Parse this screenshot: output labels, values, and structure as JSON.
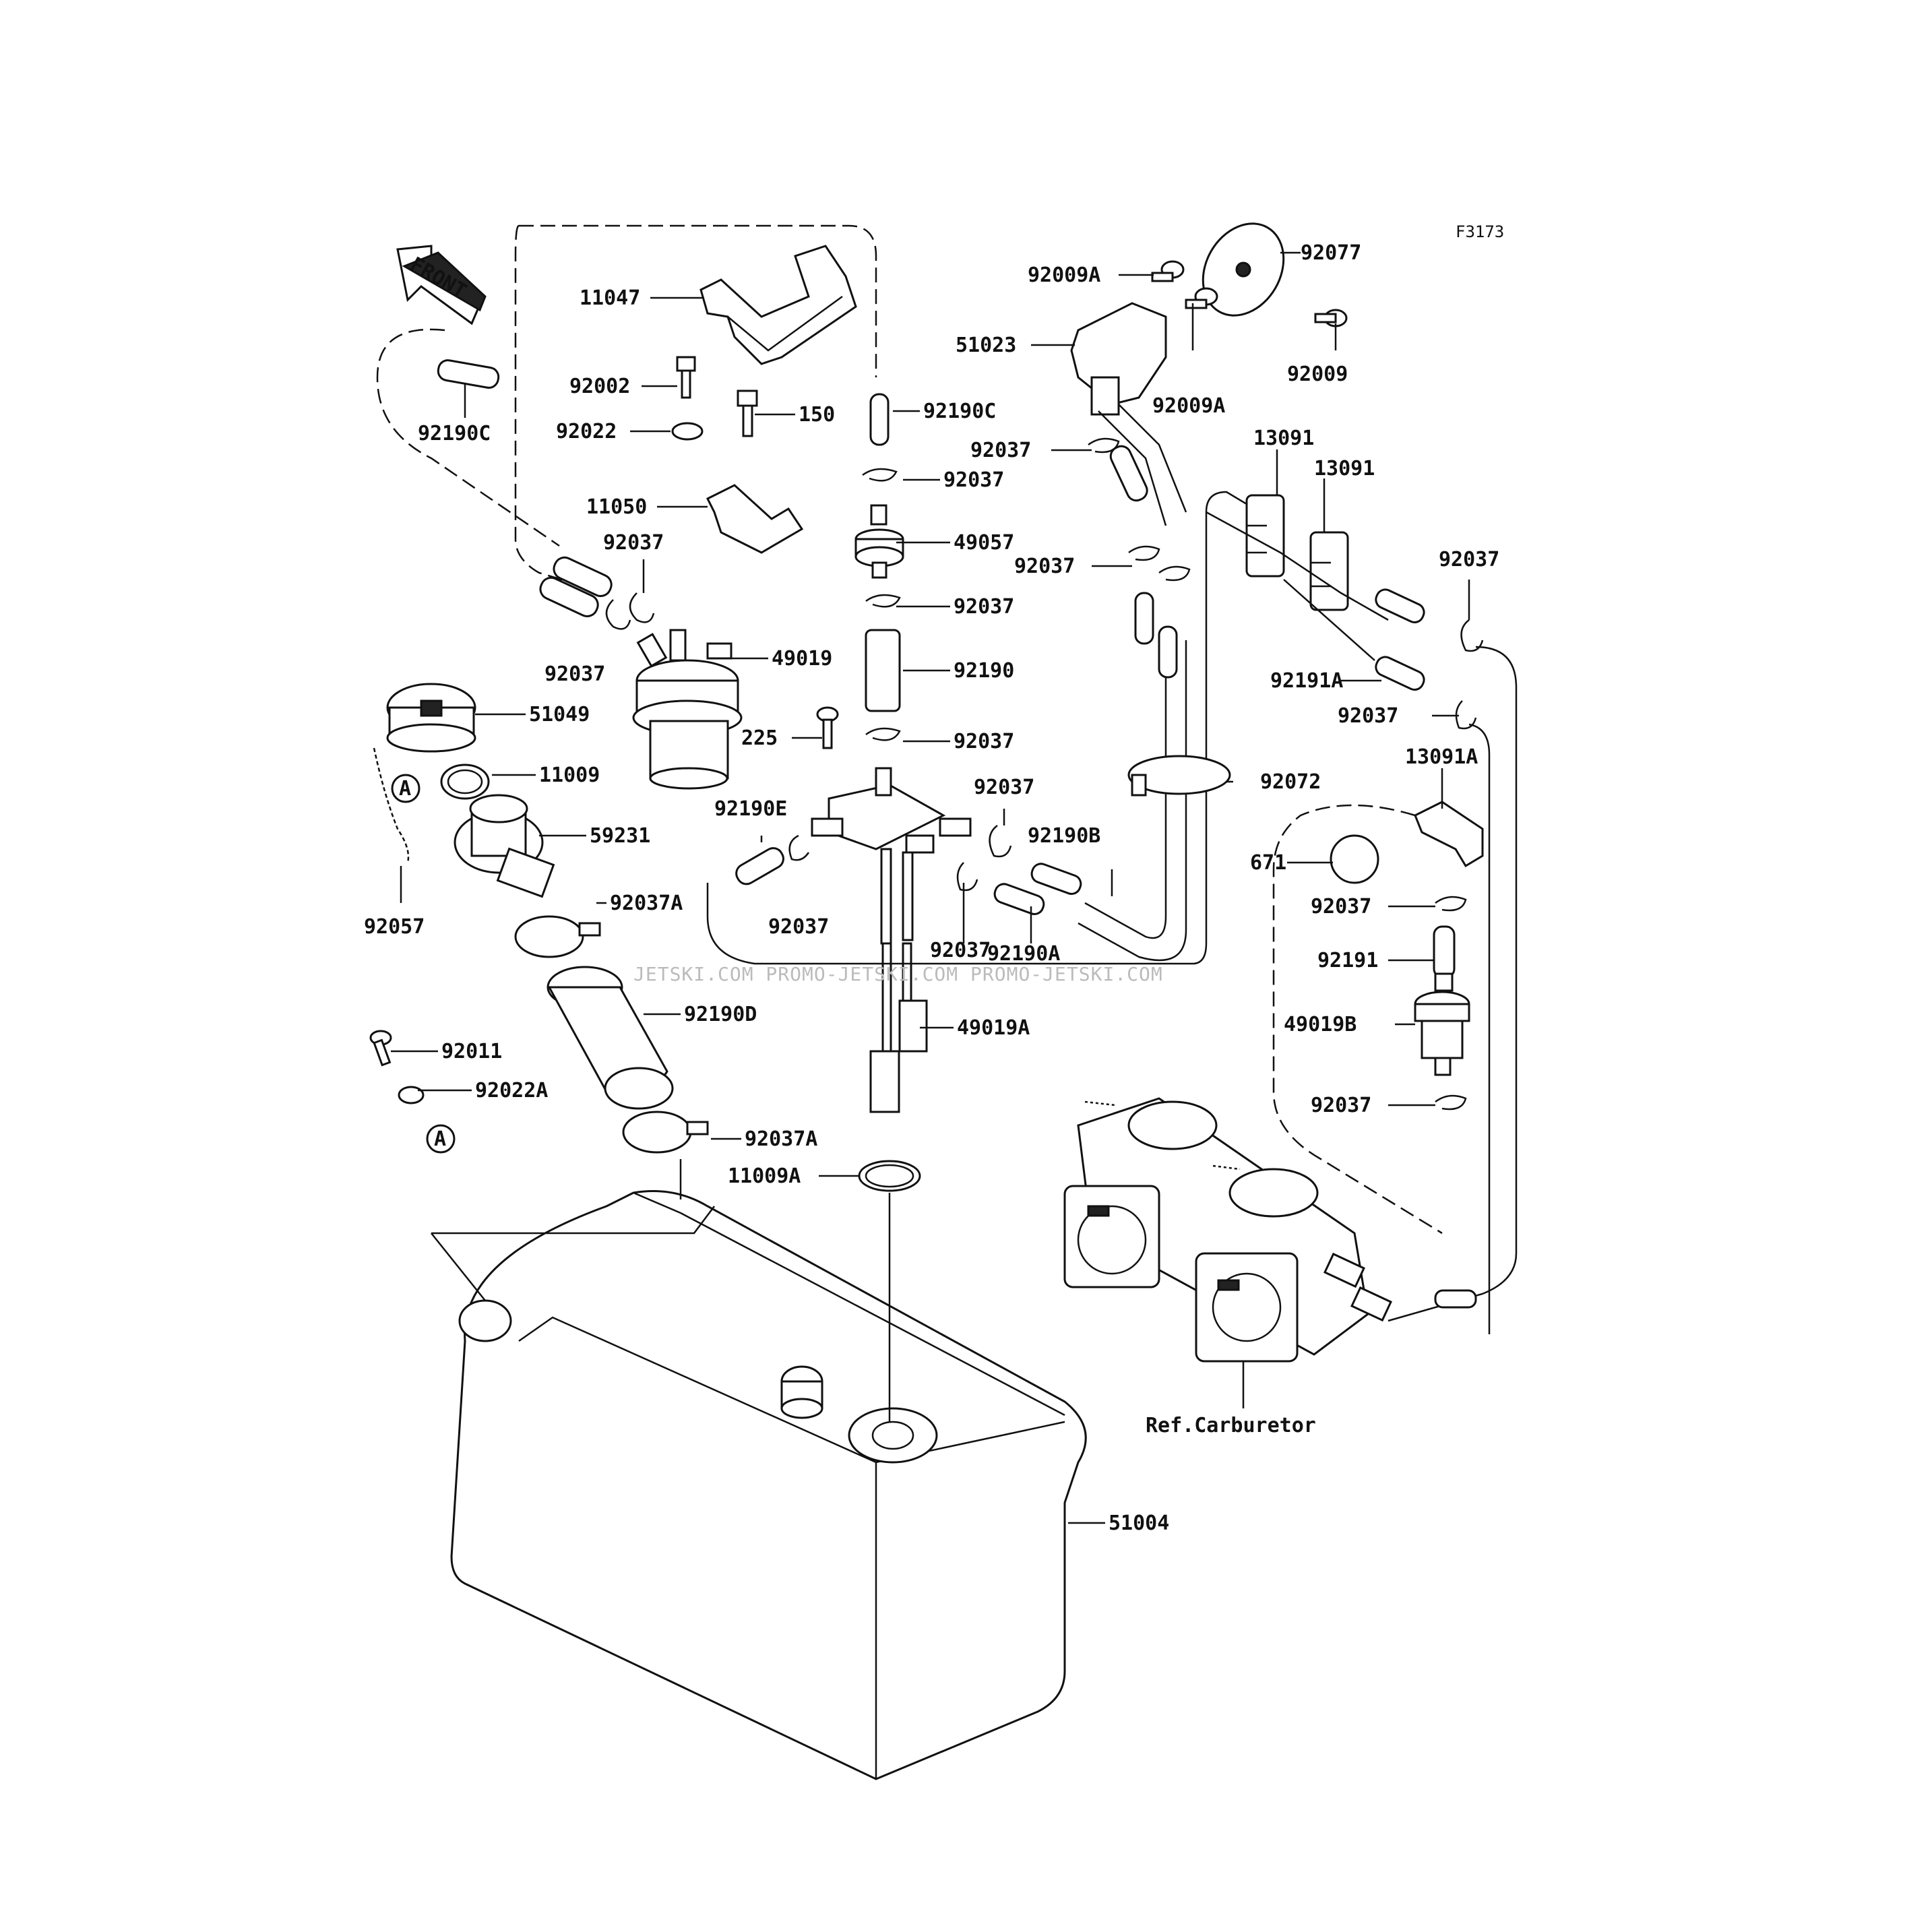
{
  "figure_code": "F3173",
  "direction_label": "FRONT",
  "reference_label": "Ref.Carburetor",
  "watermark": "JETSKI.COM   PROMO-JETSKI.COM   PROMO-JETSKI.COM",
  "callout_A": "A",
  "callouts": {
    "p11047": "11047",
    "p92002": "92002",
    "p150": "150",
    "p92022": "92022",
    "p92190c_top": "92190C",
    "p92190c_left": "92190C",
    "p11050": "11050",
    "p92037_a": "92037",
    "p92037_b": "92037",
    "p92037_c": "92037",
    "p92037_d": "92037",
    "p92037_e": "92037",
    "p92037_f": "92037",
    "p92037_g": "92037",
    "p92037_h": "92037",
    "p92037_i": "92037",
    "p92037_j": "92037",
    "p92037_k": "92037",
    "p92037_l": "92037",
    "p92037_m": "92037",
    "p92037_n": "92037",
    "p49057": "49057",
    "p49019": "49019",
    "p92190": "92190",
    "p225": "225",
    "p51049": "51049",
    "p11009": "11009",
    "p59231": "59231",
    "p92057": "92057",
    "p92190e": "92190E",
    "p92037a_top": "92037A",
    "p92037a_bottom": "92037A",
    "p92190d": "92190D",
    "p49019a": "49019A",
    "p92190b": "92190B",
    "p92190a": "92190A",
    "p92011": "92011",
    "p92022a": "92022A",
    "p11009a": "11009A",
    "p51004": "51004",
    "p92009a_top": "92009A",
    "p92009a_mid": "92009A",
    "p92077": "92077",
    "p92009": "92009",
    "p51023": "51023",
    "p13091_a": "13091",
    "p13091_b": "13091",
    "p92191a": "92191A",
    "p92072": "92072",
    "p13091a": "13091A",
    "p671": "671",
    "p92191": "92191",
    "p49019b": "49019B"
  }
}
